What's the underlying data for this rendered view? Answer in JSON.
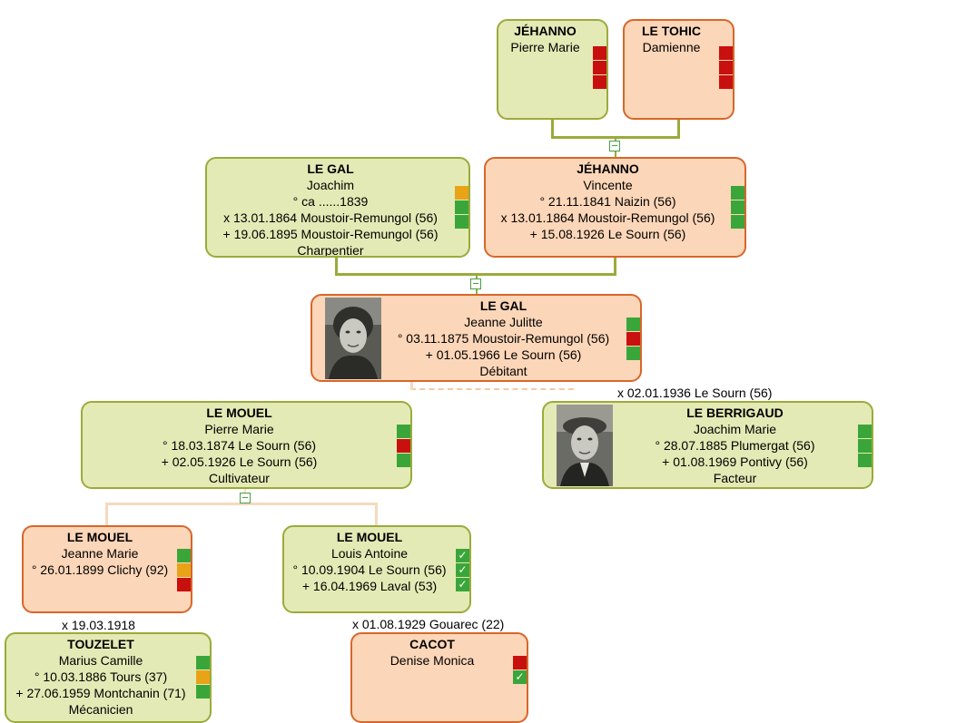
{
  "colors": {
    "ok": "#3aa63a",
    "warn": "#e8a317",
    "err": "#c8100f"
  },
  "people": {
    "p1": {
      "lines": [
        "JÉHANNO",
        "Pierre Marie"
      ],
      "badges": [
        "err",
        "err",
        "err"
      ]
    },
    "p2": {
      "lines": [
        "LE TOHIC",
        "Damienne"
      ],
      "badges": [
        "err",
        "err",
        "err"
      ]
    },
    "p3": {
      "lines": [
        "LE GAL",
        "Joachim",
        "° ca ......1839",
        "x 13.01.1864 Moustoir-Remungol (56)",
        "+ 19.06.1895 Moustoir-Remungol (56)",
        "Charpentier"
      ],
      "badges": [
        "warn",
        "ok",
        "ok"
      ]
    },
    "p4": {
      "lines": [
        "JÉHANNO",
        "Vincente",
        "° 21.11.1841 Naizin (56)",
        "x 13.01.1864 Moustoir-Remungol (56)",
        "+ 15.08.1926 Le Sourn (56)"
      ],
      "badges": [
        "ok",
        "ok",
        "ok"
      ]
    },
    "p5": {
      "lines": [
        "LE GAL",
        "Jeanne Julitte",
        "° 03.11.1875 Moustoir-Remungol (56)",
        "+ 01.05.1966 Le Sourn (56)",
        "Débitant"
      ],
      "badges": [
        "ok",
        "err",
        "ok"
      ]
    },
    "p6": {
      "lines": [
        "LE MOUEL",
        "Pierre Marie",
        "° 18.03.1874 Le Sourn (56)",
        "+ 02.05.1926 Le Sourn (56)",
        "Cultivateur"
      ],
      "badges": [
        "ok",
        "err",
        "ok"
      ]
    },
    "p7": {
      "lines": [
        "LE BERRIGAUD",
        "Joachim Marie",
        "° 28.07.1885 Plumergat (56)",
        "+ 01.08.1969 Pontivy (56)",
        "Facteur"
      ],
      "badges": [
        "ok",
        "ok",
        "ok"
      ]
    },
    "p8": {
      "lines": [
        "LE MOUEL",
        "Jeanne Marie",
        "° 26.01.1899 Clichy (92)"
      ],
      "badges": [
        "ok",
        "warn",
        "err"
      ]
    },
    "p9": {
      "lines": [
        "LE MOUEL",
        "Louis Antoine",
        "° 10.09.1904 Le Sourn (56)",
        "+ 16.04.1969 Laval (53)"
      ],
      "badges": [
        "check",
        "check",
        "check"
      ]
    },
    "p10": {
      "lines": [
        "TOUZELET",
        "Marius Camille",
        "° 10.03.1886 Tours (37)",
        "+ 27.06.1959 Montchanin (71)",
        "Mécanicien"
      ],
      "badges": [
        "ok",
        "warn",
        "ok"
      ]
    },
    "p11": {
      "lines": [
        "CACOT",
        "Denise Monica"
      ],
      "badges": [
        "err",
        "check"
      ]
    }
  },
  "marriages": {
    "m1": "x 02.01.1936 Le Sourn (56)",
    "m2": "x 19.03.1918",
    "m3": "x 01.08.1929 Gouarec (22)"
  },
  "icons": {
    "check": "✓",
    "toggle": "collapse-toggle-icon",
    "photo": "person-photo-icon"
  }
}
